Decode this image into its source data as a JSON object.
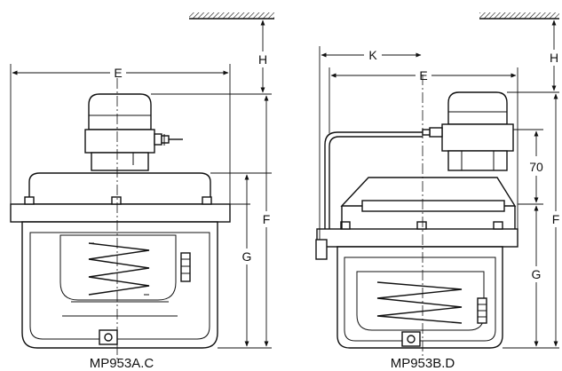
{
  "figure_a": {
    "caption": "MP953A.C",
    "dims": {
      "E": "E",
      "H": "H",
      "F": "F",
      "G": "G"
    }
  },
  "figure_b": {
    "caption": "MP953B.D",
    "dims": {
      "K": "K",
      "E": "E",
      "H": "H",
      "F": "F",
      "G": "G",
      "D70": "70"
    }
  }
}
